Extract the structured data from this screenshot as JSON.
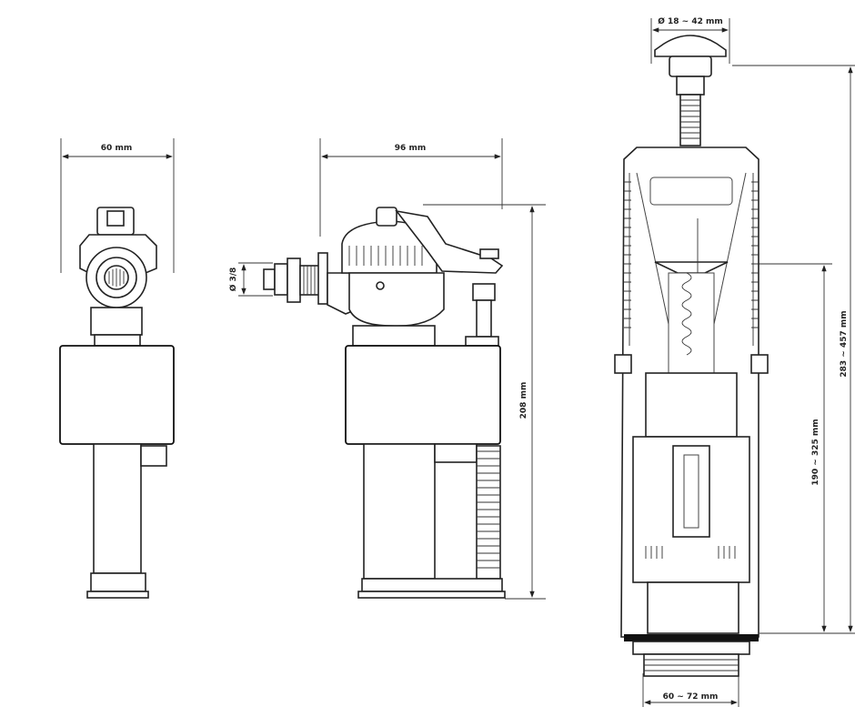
{
  "views": {
    "side_valve_front": {
      "width_label": "60 mm"
    },
    "side_valve_side": {
      "width_label": "96 mm",
      "inlet_label": "Ø 3/8",
      "height_label": "208 mm"
    },
    "flush_valve": {
      "button_label": "Ø 18 ~ 42 mm",
      "total_height_label": "283 ~ 457 mm",
      "body_height_label": "190 ~ 325 mm",
      "base_label": "60 ~ 72 mm"
    }
  }
}
